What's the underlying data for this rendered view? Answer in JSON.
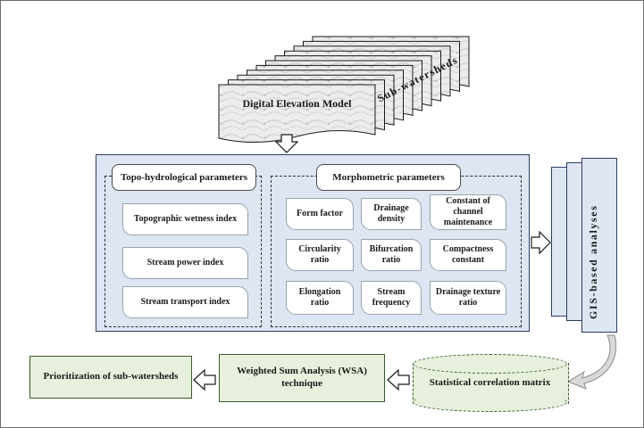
{
  "dem": {
    "label": "Digital Elevation Model",
    "sub_label": "Sub-watersheds"
  },
  "topo": {
    "title": "Topo-hydrological parameters",
    "items": [
      "Topographic wetness index",
      "Stream power index",
      "Stream transport index"
    ]
  },
  "morph": {
    "title": "Morphometric parameters",
    "items": [
      "Form factor",
      "Drainage density",
      "Constant of channel maintenance",
      "Circularity ratio",
      "Bifurcation ratio",
      "Compactness constant",
      "Elongation ratio",
      "Stream frequency",
      "Drainage texture ratio"
    ]
  },
  "gis": {
    "label": "GIS-based analyses"
  },
  "stats": {
    "label": "Statistical correlation matrix"
  },
  "wsa": {
    "label": "Weighted Sum Analysis (WSA) technique"
  },
  "prio": {
    "label": "Prioritization of sub-watersheds"
  },
  "colors": {
    "panel": "#dde6f2",
    "green_box": "#e6f0dc",
    "panel_border": "#2c3e63"
  }
}
